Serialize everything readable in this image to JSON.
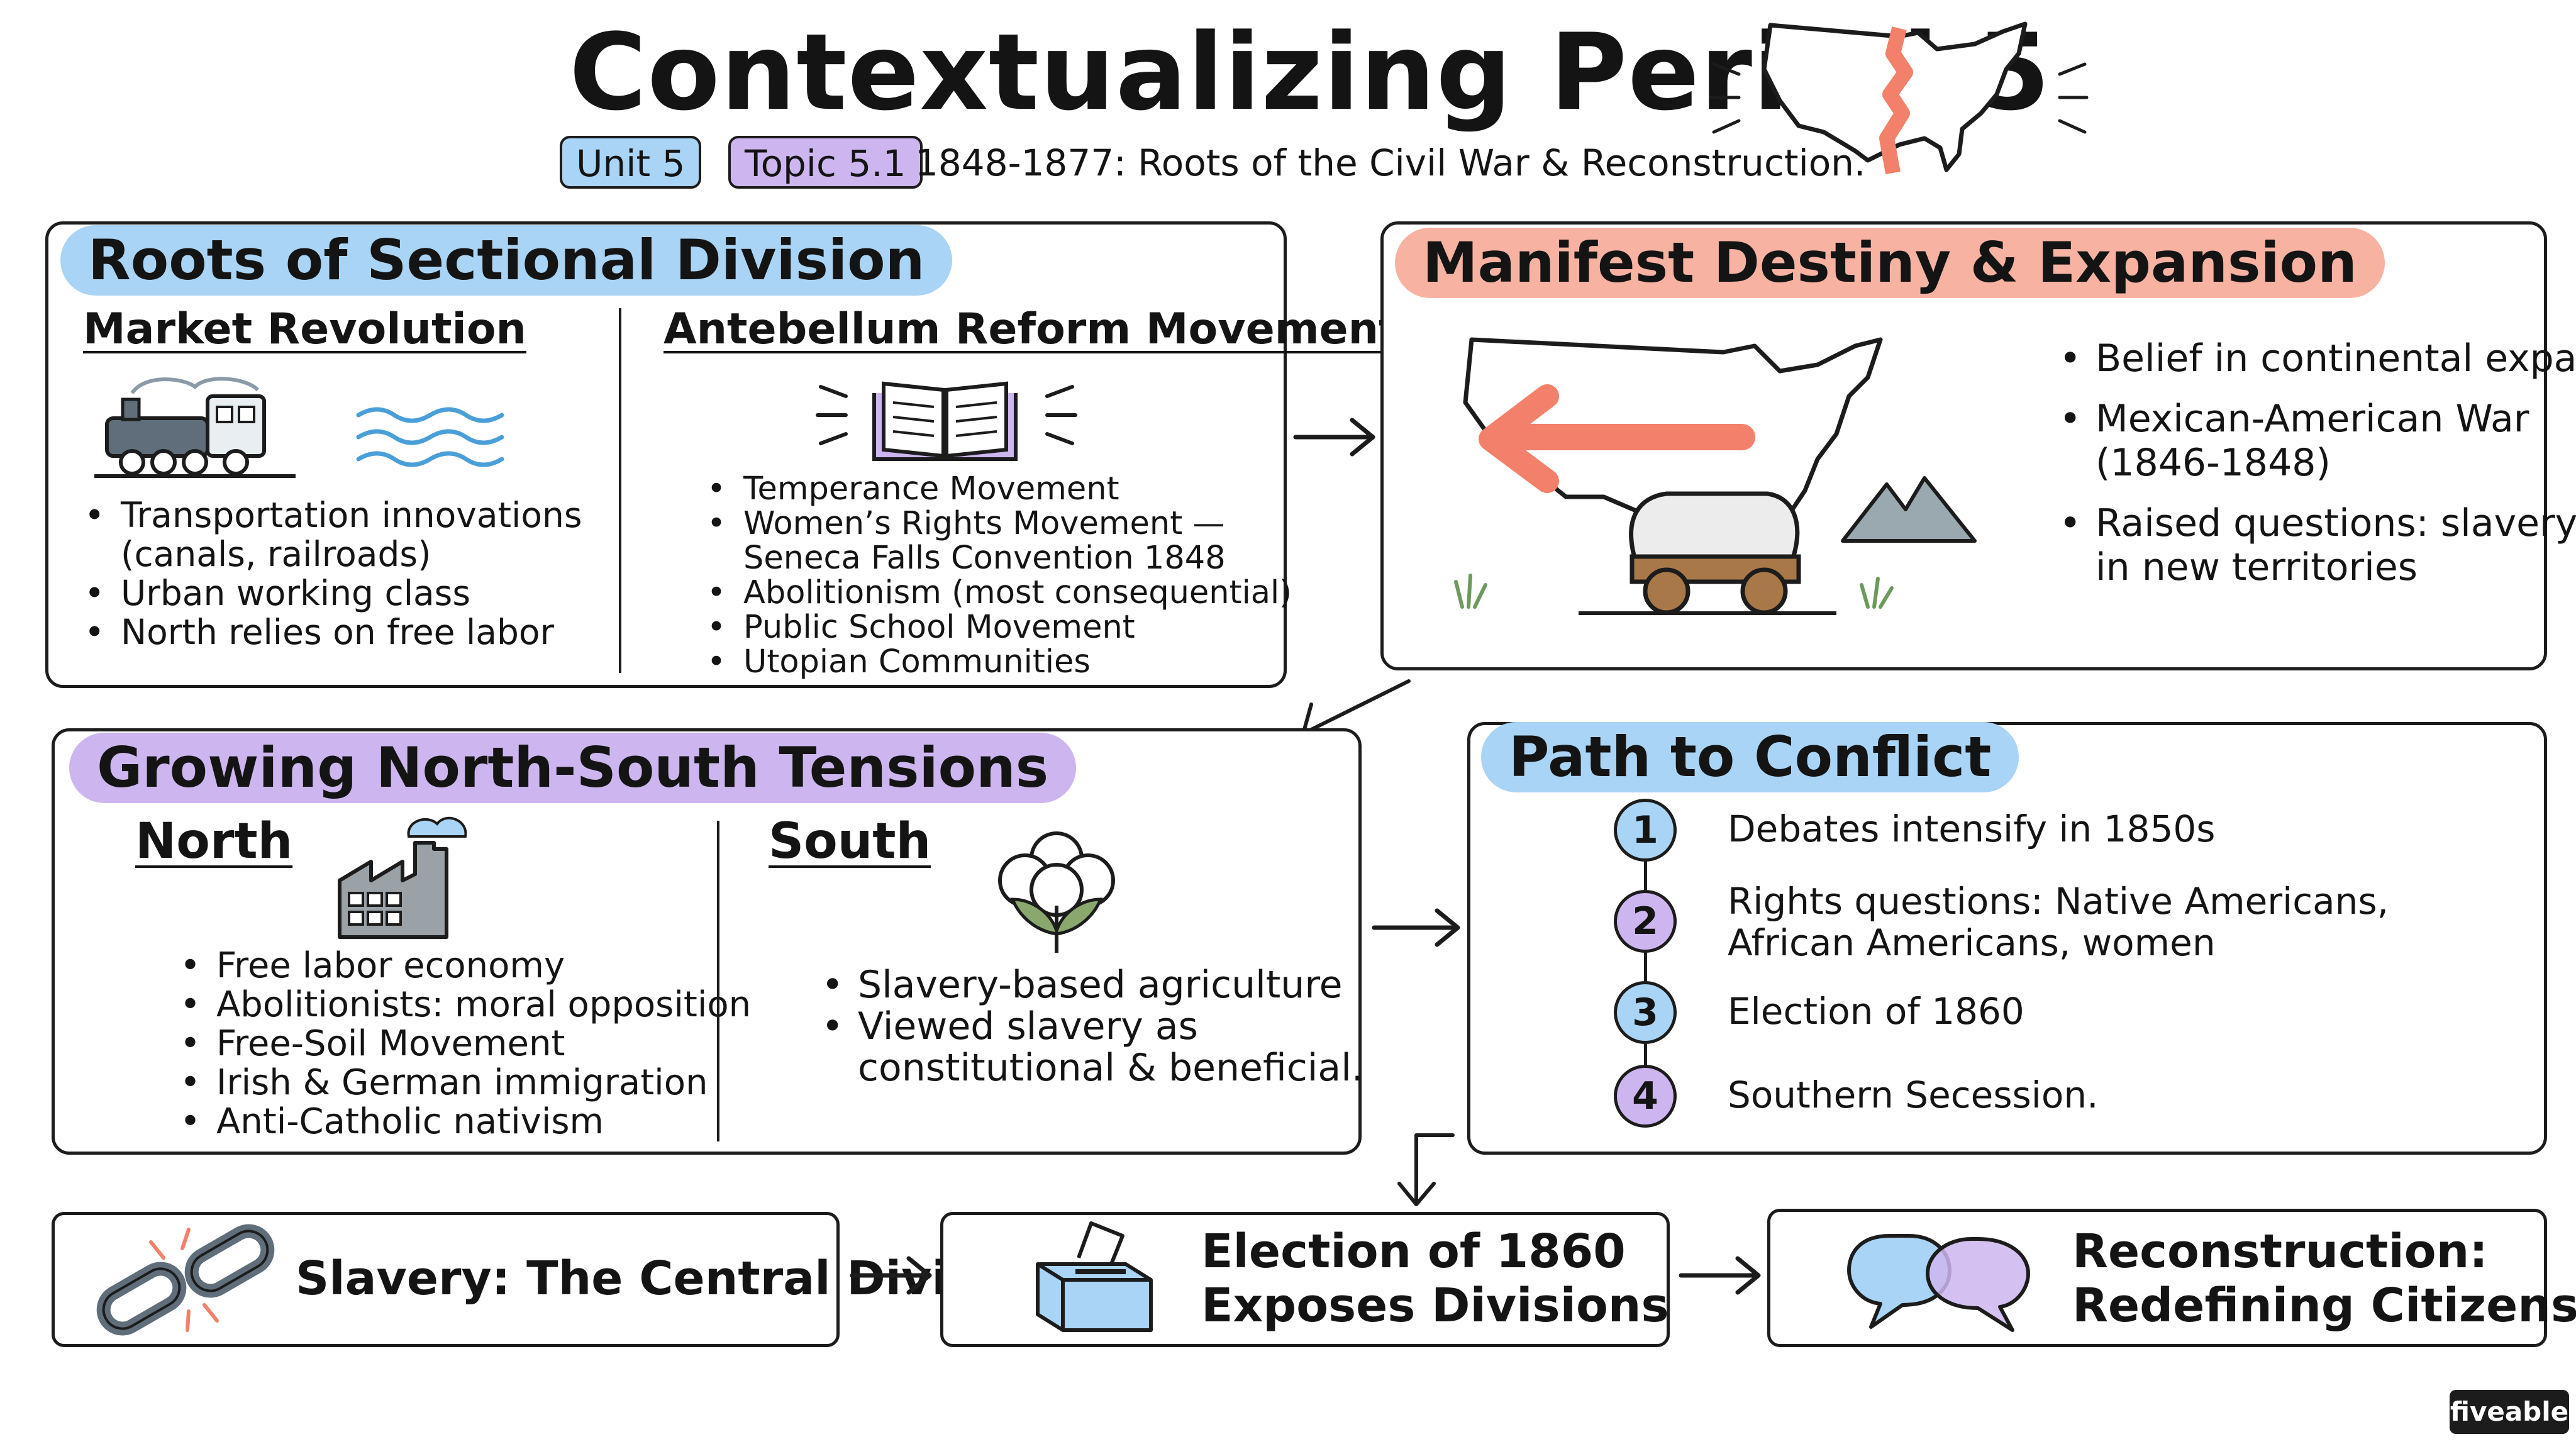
{
  "header": {
    "title": "Contextualizing Period 5",
    "unit_tag": "Unit 5",
    "topic_tag": "Topic 5.1",
    "subtitle": "1848-1877: Roots of the Civil War & Reconstruction."
  },
  "roots": {
    "title": "Roots of Sectional Division",
    "market": {
      "heading": "Market Revolution",
      "bullets": [
        {
          "text": "Transportation innovations",
          "cont": "(canals, railroads)"
        },
        {
          "text": "Urban working class"
        },
        {
          "text": "North relies on free labor"
        }
      ]
    },
    "reform": {
      "heading": "Antebellum Reform Movements",
      "bullets": [
        {
          "text": "Temperance Movement"
        },
        {
          "text": "Women’s Rights Movement —",
          "cont": "Seneca Falls Convention 1848"
        },
        {
          "text": "Abolitionism (most consequential)"
        },
        {
          "text": "Public School Movement"
        },
        {
          "text": "Utopian Communities"
        }
      ]
    }
  },
  "manifest": {
    "title": "Manifest Destiny & Expansion",
    "bullets": [
      {
        "text": "Belief in continental expansion"
      },
      {
        "text": "Mexican-American War",
        "cont": "(1846-1848)"
      },
      {
        "text": "Raised questions: slavery",
        "cont": "in new territories"
      }
    ]
  },
  "tensions": {
    "title": "Growing North-South Tensions",
    "north": {
      "heading": "North",
      "bullets": [
        {
          "text": "Free labor economy"
        },
        {
          "text": "Abolitionists: moral opposition"
        },
        {
          "text": "Free-Soil Movement"
        },
        {
          "text": "Irish & German immigration"
        },
        {
          "text": "Anti-Catholic nativism"
        }
      ]
    },
    "south": {
      "heading": "South",
      "bullets": [
        {
          "text": "Slavery-based agriculture"
        },
        {
          "text": "Viewed slavery as",
          "cont": "constitutional & beneficial."
        }
      ]
    }
  },
  "path": {
    "title": "Path to Conflict",
    "steps": [
      {
        "num": "1",
        "text": "Debates intensify in 1850s",
        "cont": ""
      },
      {
        "num": "2",
        "text": "Rights questions: Native Americans,",
        "cont": "African Americans, women"
      },
      {
        "num": "3",
        "text": "Election of 1860",
        "cont": ""
      },
      {
        "num": "4",
        "text": "Southern Secession.",
        "cont": ""
      }
    ]
  },
  "bottom": {
    "slavery": "Slavery: The Central Divide",
    "election_1": "Election of 1860",
    "election_2": "Exposes Divisions",
    "recon_1": "Reconstruction:",
    "recon_2": "Redefining Citizenship"
  },
  "brand": "fiveable",
  "colors": {
    "blue": "#a9d4f5",
    "salmon": "#f7b2a2",
    "purple": "#cdb6ef",
    "accent_orange": "#f2806a",
    "ink": "#1c1c1c"
  }
}
